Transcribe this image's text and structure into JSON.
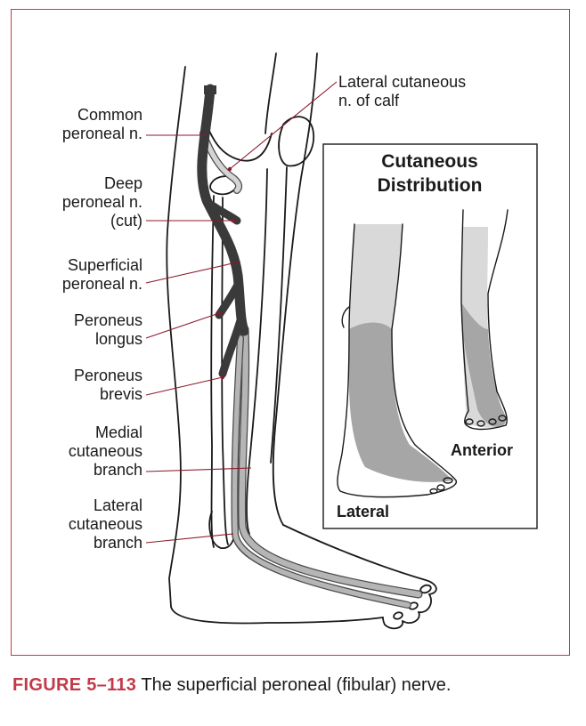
{
  "labels": {
    "common_peroneal": "Common\nperoneal n.",
    "deep_peroneal": "Deep\nperoneal n.\n(cut)",
    "superficial_peroneal": "Superficial\nperoneal n.",
    "peroneus_longus": "Peroneus\nlongus",
    "peroneus_brevis": "Peroneus\nbrevis",
    "medial_cutaneous": "Medial\ncutaneous\nbranch",
    "lateral_cutaneous_branch": "Lateral\ncutaneous\nbranch",
    "lateral_cutaneous_calf": "Lateral cutaneous\nn. of calf"
  },
  "inset": {
    "title": "Cutaneous\nDistribution",
    "lateral_view": "Lateral",
    "anterior_view": "Anterior"
  },
  "caption": {
    "figure_number": "FIGURE 5–113",
    "text": " The superficial peroneal (fibular) nerve."
  },
  "colors": {
    "frame": "#c23a4a",
    "leader": "#8b1a2b",
    "nerve": "#3a3a3a",
    "branch": "#b5b5b5",
    "inset_light": "#d9d9d9",
    "inset_dark": "#a6a6a6"
  }
}
